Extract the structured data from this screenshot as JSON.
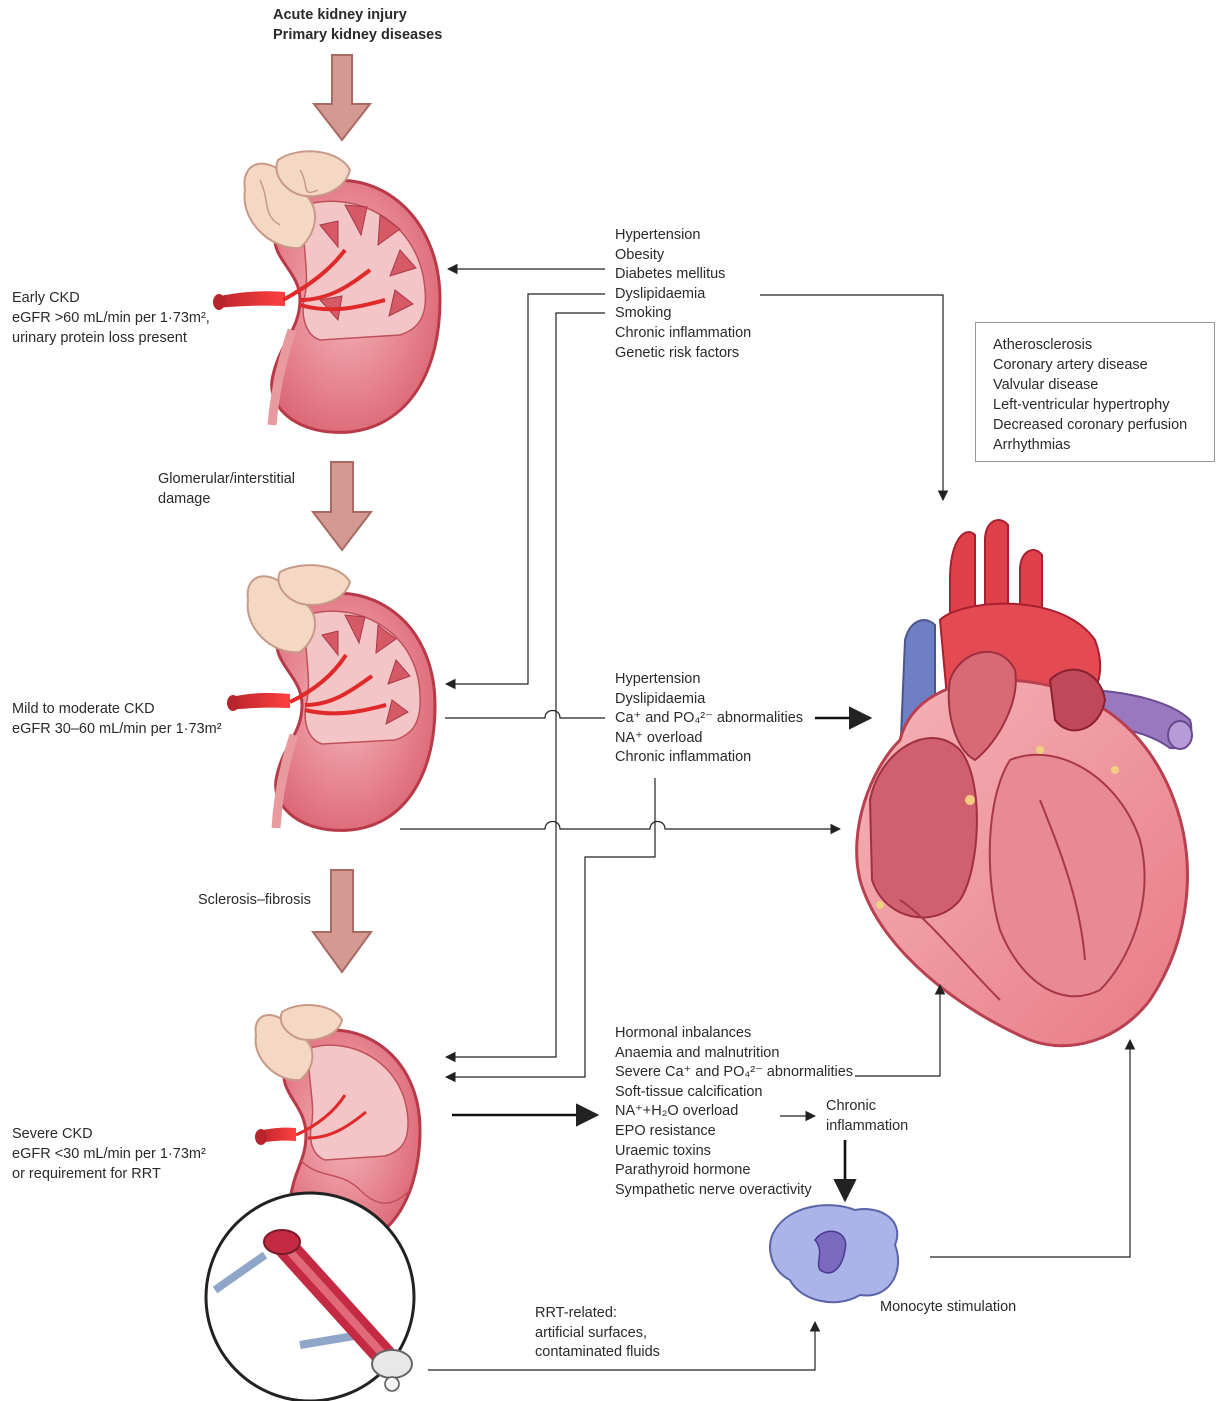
{
  "top_causes": [
    "Acute kidney injury",
    "Primary kidney diseases"
  ],
  "stages": {
    "early": {
      "title": "Early CKD",
      "line1": "eGFR >60 mL/min per 1·73m²,",
      "line2": "urinary protein loss present"
    },
    "mild": {
      "title": "Mild to moderate CKD",
      "line1": "eGFR 30–60 mL/min per 1·73m²"
    },
    "severe": {
      "title": "Severe CKD",
      "line1": "eGFR <30 mL/min per 1·73m²",
      "line2": "or requirement for RRT"
    }
  },
  "transitions": {
    "damage": [
      "Glomerular/interstitial",
      "damage"
    ],
    "sclerosis": "Sclerosis–fibrosis"
  },
  "risk_factors": [
    "Hypertension",
    "Obesity",
    "Diabetes mellitus",
    "Dyslipidaemia",
    "Smoking",
    "Chronic inflammation",
    "Genetic risk factors"
  ],
  "cardiac_outcomes": [
    "Atherosclerosis",
    "Coronary artery disease",
    "Valvular disease",
    "Left-ventricular hypertrophy",
    "Decreased coronary perfusion",
    "Arrhythmias"
  ],
  "moderate_factors": [
    "Hypertension",
    "Dyslipidaemia",
    "Ca⁺ and PO₄²⁻ abnormalities",
    "NA⁺ overload",
    "Chronic inflammation"
  ],
  "severe_factors": [
    "Hormonal inbalances",
    "Anaemia and malnutrition",
    "Severe Ca⁺ and PO₄²⁻ abnormalities",
    "Soft-tissue calcification",
    "NA⁺+H₂O overload",
    "EPO resistance",
    "Uraemic toxins",
    "Parathyroid hormone",
    "Sympathetic nerve overactivity"
  ],
  "chronic_inflammation": [
    "Chronic",
    "inflammation"
  ],
  "rrt_related": [
    "RRT-related:",
    "artificial surfaces,",
    "contaminated fluids"
  ],
  "monocyte": "Monocyte stimulation",
  "colors": {
    "arrow_fill": "#d49a92",
    "arrow_stroke": "#a86a62",
    "kidney": "#e57f86",
    "kidney_dark": "#b83a48",
    "adrenal": "#f4d8c4",
    "artery": "#e02a2a",
    "heart_red": "#e0404a",
    "heart_pink": "#f0a0a6",
    "vein_blue": "#6f7fc4",
    "vein_purple": "#9a78c0",
    "monocyte": "#aab4e8"
  }
}
